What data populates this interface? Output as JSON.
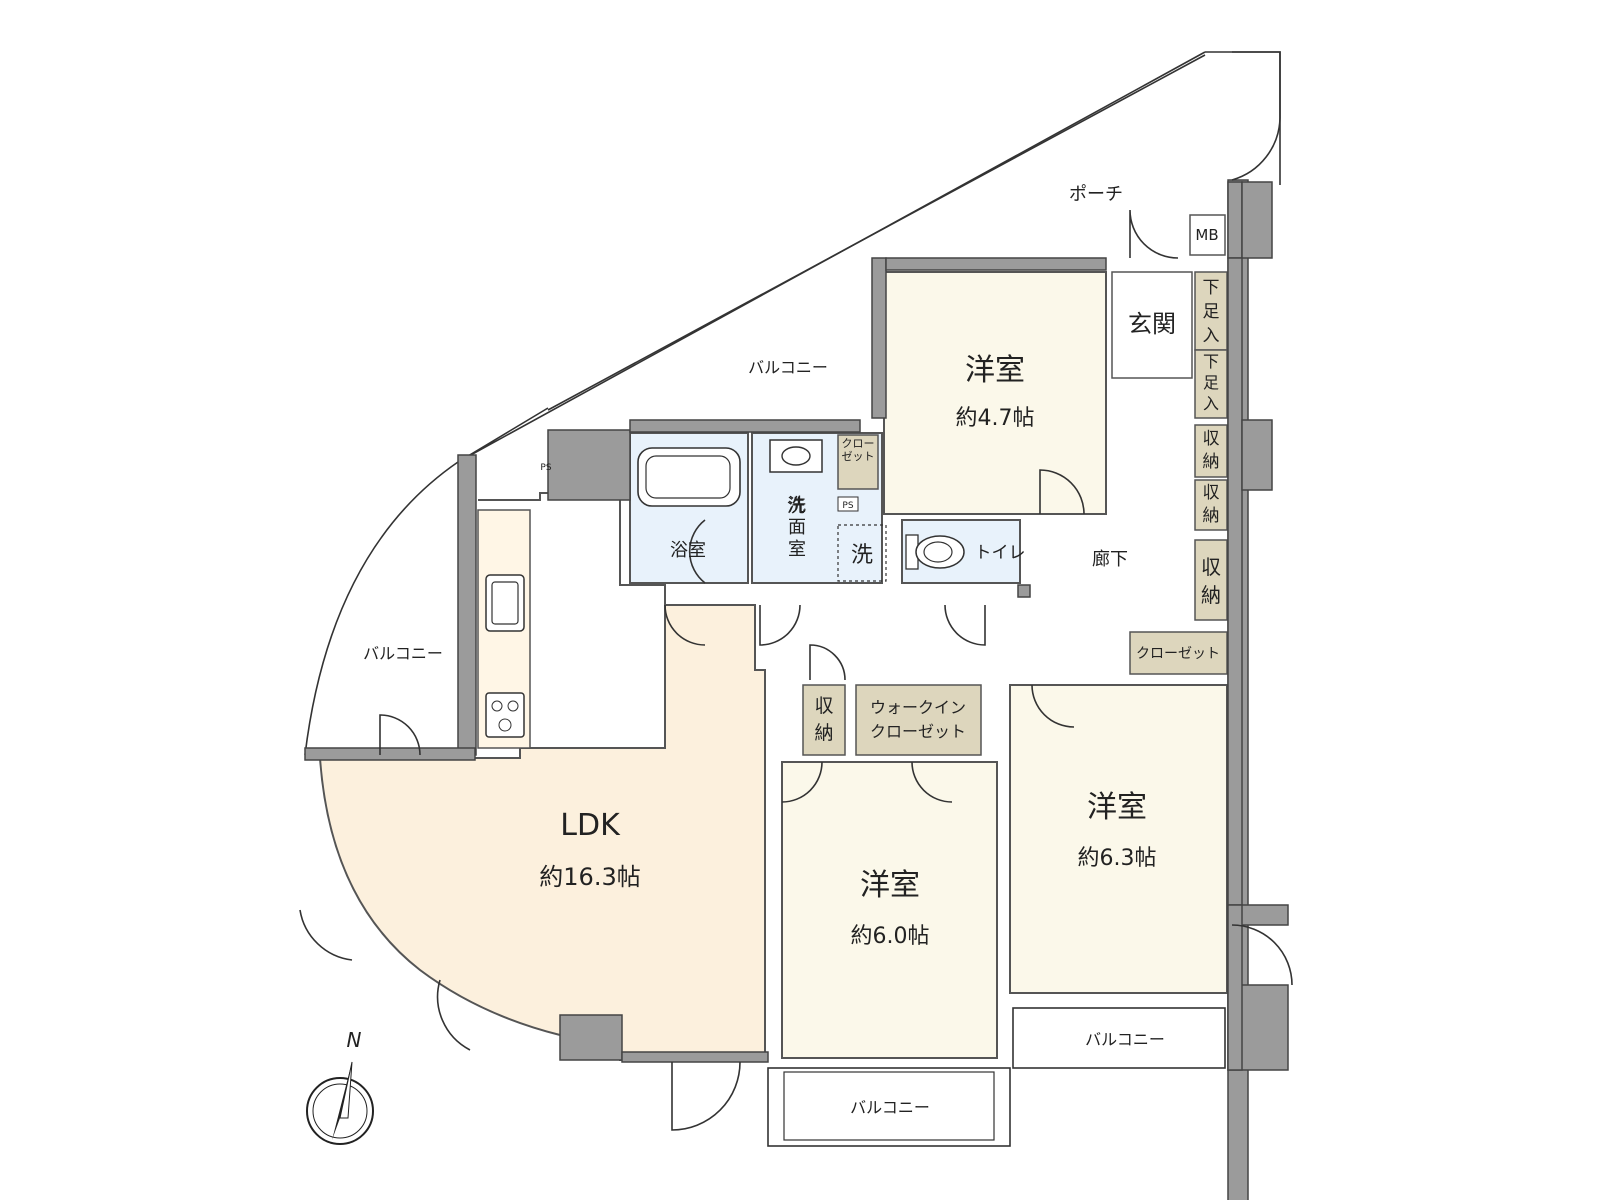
{
  "colors": {
    "ldk": "#fcf0dd",
    "bedroom": "#fbf8ea",
    "wet": "#e8f2fb",
    "storage": "#ddd6bd",
    "wall": "#9b9b9b",
    "background": "#ffffff"
  },
  "rooms": {
    "ldk": {
      "name": "LDK",
      "size": "約16.3帖"
    },
    "bedroom_north": {
      "name": "洋室",
      "size": "約4.7帖"
    },
    "bedroom_center": {
      "name": "洋室",
      "size": "約6.0帖"
    },
    "bedroom_east": {
      "name": "洋室",
      "size": "約6.3帖"
    },
    "bath": "浴室",
    "washroom": "洗面室",
    "laundry": "洗",
    "toilet": "トイレ",
    "corridor": "廊下",
    "entrance": "玄関",
    "porch": "ポーチ",
    "meter_box": "MB",
    "pipe_space": "PS",
    "pipe_space_kitchen": "PS"
  },
  "storage": {
    "shoe_1": "下足入",
    "shoe_2": "下足入",
    "storage_1": "収納",
    "storage_2": "収納",
    "storage_3": "収納",
    "closet_corridor": "クローゼット",
    "closet_small": "クローゼット",
    "storage_center": "収納",
    "walk_in_line1": "ウォークイン",
    "walk_in_line2": "クローゼット"
  },
  "balconies": {
    "north": "バルコニー",
    "west": "バルコニー",
    "south": "バルコニー",
    "east": "バルコニー"
  },
  "compass": {
    "label": "N",
    "icon": "compass-icon"
  }
}
